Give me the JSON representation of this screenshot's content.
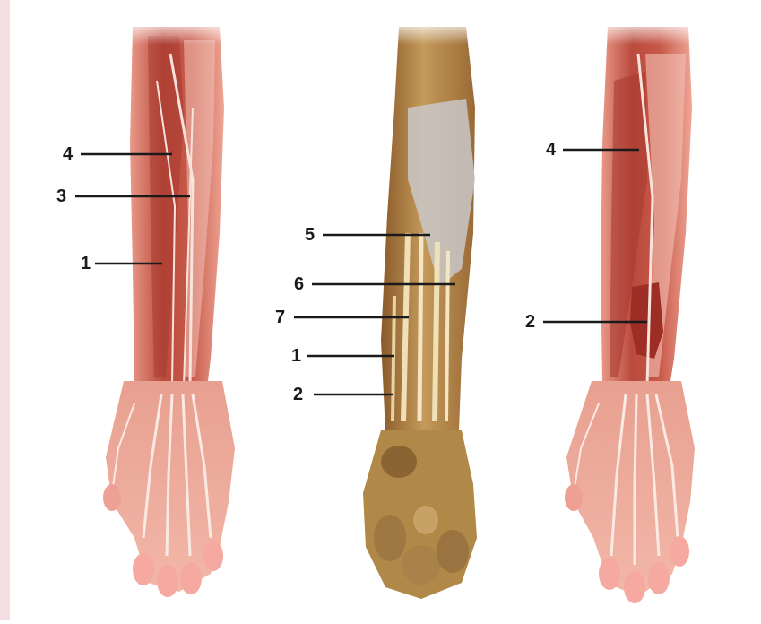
{
  "figure": {
    "colors": {
      "background": "#ffffff",
      "side_strip": "#f4dfe2",
      "muscle_dark": "#b5453a",
      "muscle_mid": "#d9796a",
      "muscle_light": "#f0b3a4",
      "tendon": "#f7e6df",
      "specimen_dark": "#8a5a2a",
      "specimen_mid": "#b88a4a",
      "specimen_light": "#e2cc9a",
      "fascia": "#c9c8c8",
      "leader_line": "#1a1a1a",
      "label_text": "#1a1a1a"
    },
    "panels": [
      {
        "panel": "left",
        "labels": [
          {
            "text": "4"
          },
          {
            "text": "3"
          },
          {
            "text": "1"
          }
        ]
      },
      {
        "panel": "middle",
        "labels": [
          {
            "text": "5"
          },
          {
            "text": "6"
          },
          {
            "text": "7"
          },
          {
            "text": "1"
          },
          {
            "text": "2"
          }
        ]
      },
      {
        "panel": "right",
        "labels": [
          {
            "text": "4"
          },
          {
            "text": "2"
          }
        ]
      }
    ]
  }
}
